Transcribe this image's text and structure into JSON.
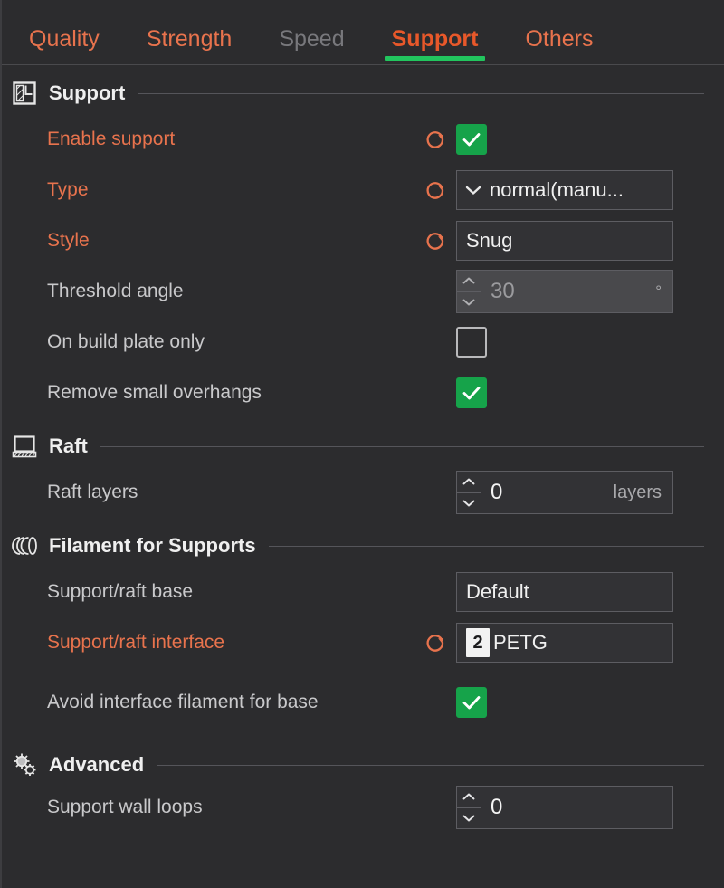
{
  "tabs": [
    {
      "label": "Quality",
      "state": "normal"
    },
    {
      "label": "Strength",
      "state": "normal"
    },
    {
      "label": "Speed",
      "state": "disabled"
    },
    {
      "label": "Support",
      "state": "active"
    },
    {
      "label": "Others",
      "state": "normal"
    }
  ],
  "colors": {
    "background": "#2c2c2e",
    "tab_text": "#e8734d",
    "tab_active": "#e8582a",
    "tab_disabled": "#78787c",
    "tab_underline": "#22c55e",
    "checkbox_on": "#16a34a",
    "label_modified": "#e8734d",
    "label_normal": "#c9c9cb",
    "field_bg": "#323235",
    "field_border": "#5d5d62",
    "field_disabled_bg": "#49494c",
    "reset_arrow": "#e8734d"
  },
  "sections": [
    {
      "id": "support",
      "title": "Support",
      "icon": "support-block-icon",
      "rows": [
        {
          "id": "enable-support",
          "label": "Enable support",
          "modified": true,
          "reset": true,
          "control": "checkbox",
          "checked": true
        },
        {
          "id": "type",
          "label": "Type",
          "modified": true,
          "reset": true,
          "control": "combo",
          "value": "normal(manu..."
        },
        {
          "id": "style",
          "label": "Style",
          "modified": true,
          "reset": true,
          "control": "text",
          "value": "Snug"
        },
        {
          "id": "threshold-angle",
          "label": "Threshold angle",
          "modified": false,
          "reset": false,
          "control": "spinner",
          "value": "30",
          "suffix": "°",
          "disabled": true
        },
        {
          "id": "on-build-plate-only",
          "label": "On build plate only",
          "modified": false,
          "reset": false,
          "control": "checkbox",
          "checked": false
        },
        {
          "id": "remove-small-overhangs",
          "label": "Remove small overhangs",
          "modified": false,
          "reset": false,
          "control": "checkbox",
          "checked": true
        }
      ]
    },
    {
      "id": "raft",
      "title": "Raft",
      "icon": "raft-plate-icon",
      "rows": [
        {
          "id": "raft-layers",
          "label": "Raft layers",
          "modified": false,
          "reset": false,
          "control": "spinner",
          "value": "0",
          "suffix": "layers",
          "disabled": false
        }
      ]
    },
    {
      "id": "filament-for-supports",
      "title": "Filament for Supports",
      "icon": "filament-spool-icon",
      "rows": [
        {
          "id": "support-raft-base",
          "label": "Support/raft base",
          "modified": false,
          "reset": false,
          "control": "text",
          "value": "Default"
        },
        {
          "id": "support-raft-interface",
          "label": "Support/raft interface",
          "modified": true,
          "reset": true,
          "control": "text-badge",
          "badge": "2",
          "value": "PETG"
        },
        {
          "id": "avoid-interface-filament-for-base",
          "label": "Avoid interface filament for base",
          "modified": false,
          "reset": false,
          "control": "checkbox",
          "checked": true,
          "tall": true
        }
      ]
    },
    {
      "id": "advanced",
      "title": "Advanced",
      "icon": "gears-icon",
      "rows": [
        {
          "id": "support-wall-loops",
          "label": "Support wall loops",
          "modified": false,
          "reset": false,
          "control": "spinner",
          "value": "0",
          "suffix": "",
          "disabled": false,
          "clipped": true
        }
      ]
    }
  ]
}
